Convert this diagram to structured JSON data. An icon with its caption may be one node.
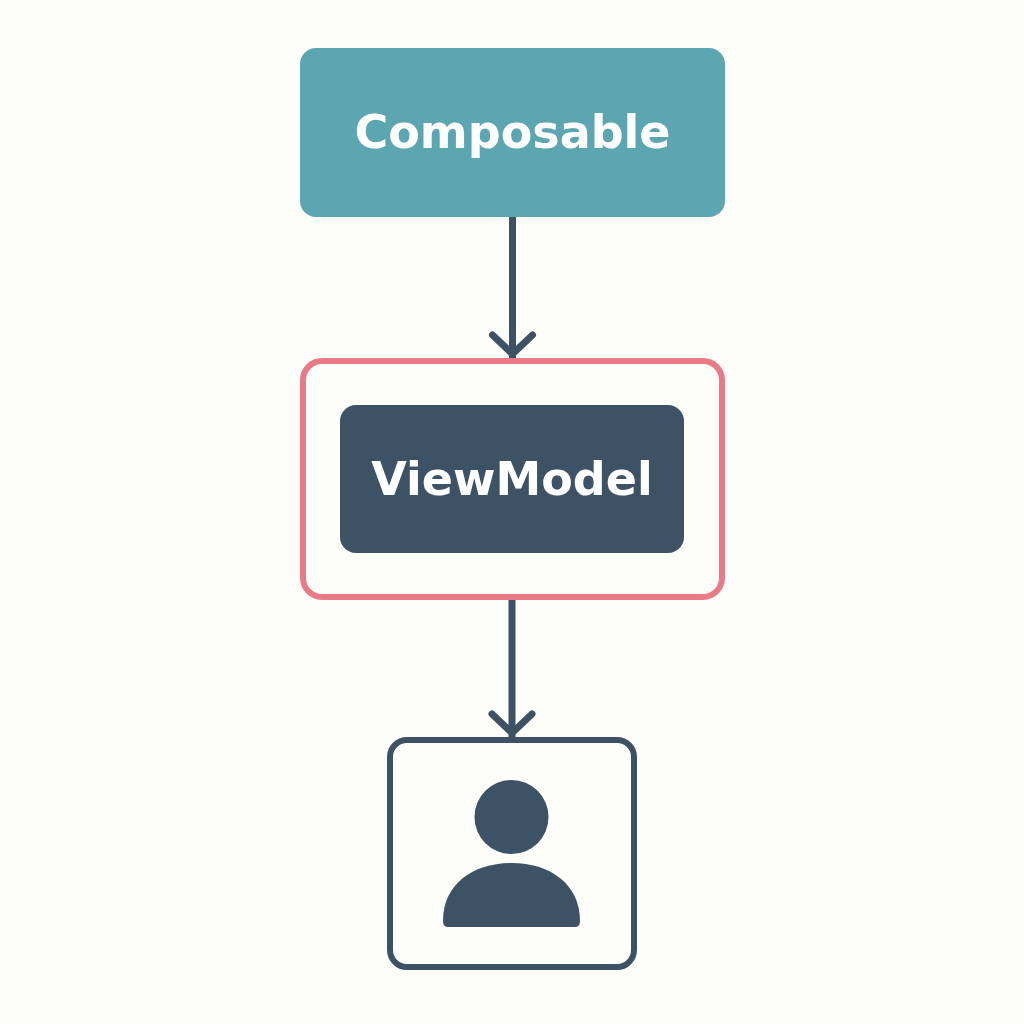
{
  "diagram": {
    "nodes": [
      {
        "text": [
          "Composable"
        ]
      },
      {
        "text": [],
        "shape": "box"
      },
      {
        "text": [
          "ViewModel"
        ],
        "in": 1
      },
      {
        "text": [],
        "shape": "person"
      }
    ],
    "edges": [
      {
        "from": 0,
        "to": 1,
        "arrow": "to"
      },
      {
        "from": 1,
        "to": 3,
        "arrow": "to"
      }
    ]
  }
}
